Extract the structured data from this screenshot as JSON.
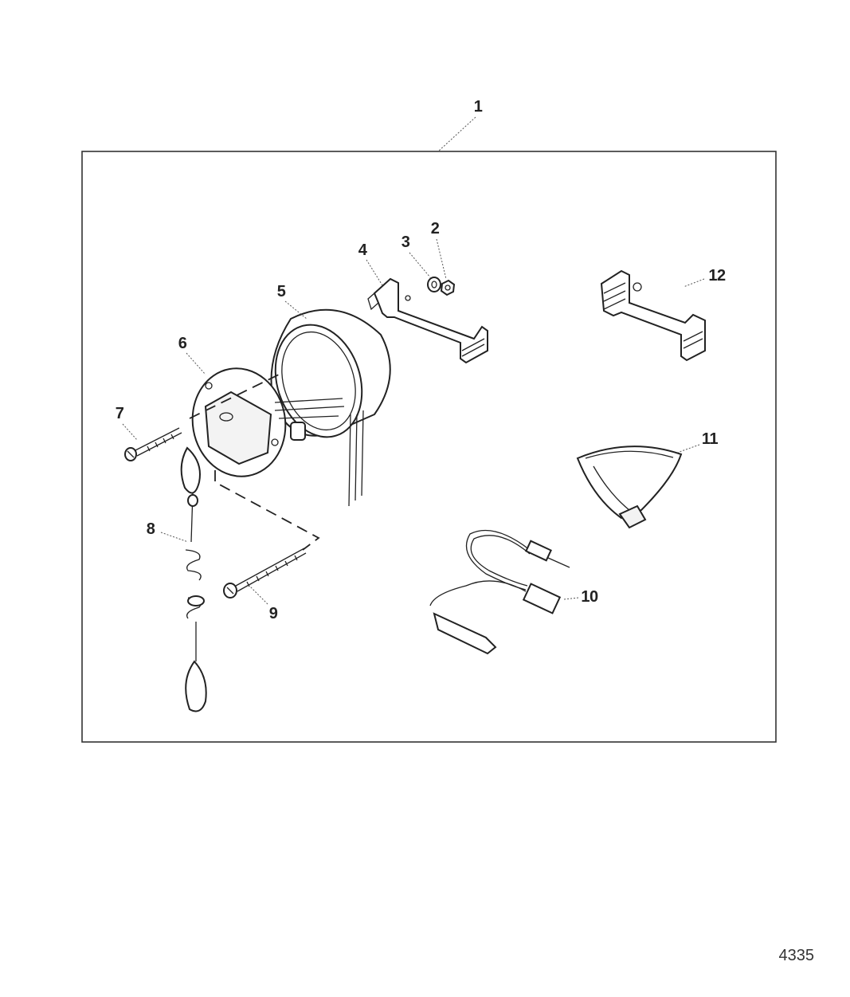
{
  "figure_id": "4335",
  "callouts": {
    "c1": "1",
    "c2": "2",
    "c3": "3",
    "c4": "4",
    "c5": "5",
    "c6": "6",
    "c7": "7",
    "c8": "8",
    "c9": "9",
    "c10": "10",
    "c11": "11",
    "c12": "12"
  }
}
